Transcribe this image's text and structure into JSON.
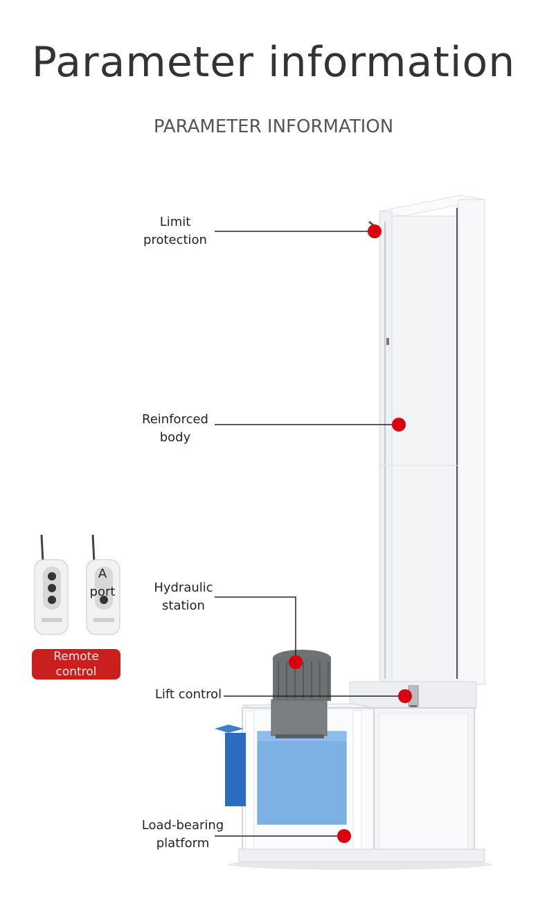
{
  "header": {
    "title": "Parameter information",
    "subtitle": "PARAMETER INFORMATION"
  },
  "callouts": {
    "limit_protection": {
      "line1": "Limit",
      "line2": "protection"
    },
    "reinforced_body": {
      "line1": "Reinforced",
      "line2": "body"
    },
    "hydraulic_station": {
      "line1": "Hydraulic",
      "line2": "station"
    },
    "lift_control": {
      "line1": "Lift control"
    },
    "load_bearing_platform": {
      "line1": "Load-bearing",
      "line2": "platform"
    }
  },
  "remote": {
    "overlay_line1": "A",
    "overlay_line2": "port",
    "badge_line1": "Remote",
    "badge_line2": "control"
  },
  "colors": {
    "marker": "#d9000f",
    "badge": "#c9201f",
    "frame": "#f4f5f7",
    "tank": "#5b9ddb"
  }
}
